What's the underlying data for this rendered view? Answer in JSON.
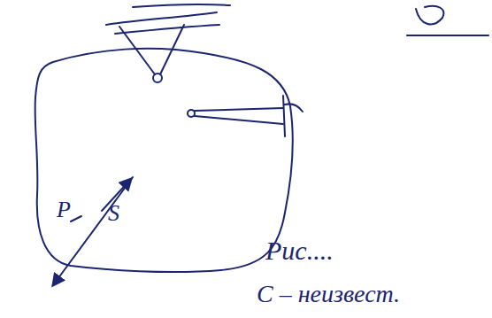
{
  "diagram": {
    "labels": [
      "P",
      "S",
      "Рис....",
      "С – неизвест."
    ]
  }
}
